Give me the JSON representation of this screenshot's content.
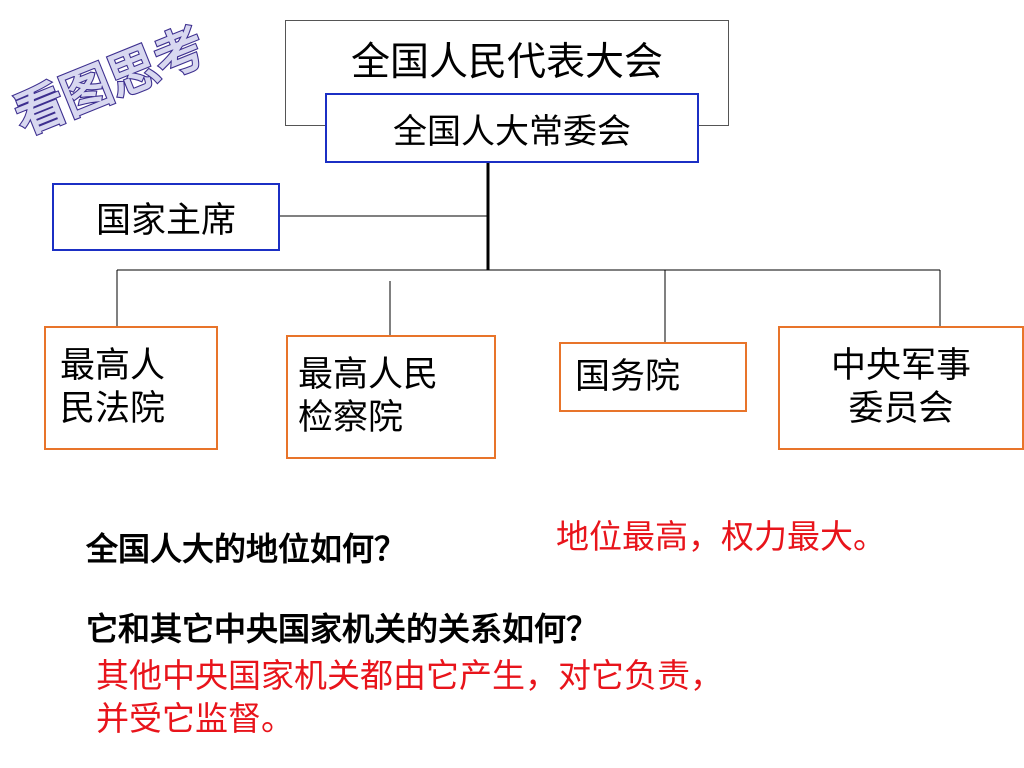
{
  "title_art": "看图思考",
  "diagram": {
    "top": "全国人民代表大会",
    "standing": "全国人大常委会",
    "president": "国家主席",
    "branches": [
      {
        "name": "court",
        "label": "最高人\n民法院"
      },
      {
        "name": "procuratorate",
        "label": "最高人民\n检察院"
      },
      {
        "name": "state-council",
        "label": "国务院"
      },
      {
        "name": "military-commission",
        "label": "中央军事\n委员会"
      }
    ]
  },
  "questions": [
    {
      "question": "全国人大的地位如何？",
      "answer": "地位最高，权力最大。"
    },
    {
      "question": "它和其它中央国家机关的关系如何？",
      "answer": "其他中央国家机关都由它产生，对它负责，\n并受它监督。"
    }
  ],
  "colors": {
    "blue_border": "#1b2fc4",
    "orange_border": "#e8742a",
    "answer_red": "#e8141b",
    "title_outline": "#3d2f8f"
  }
}
